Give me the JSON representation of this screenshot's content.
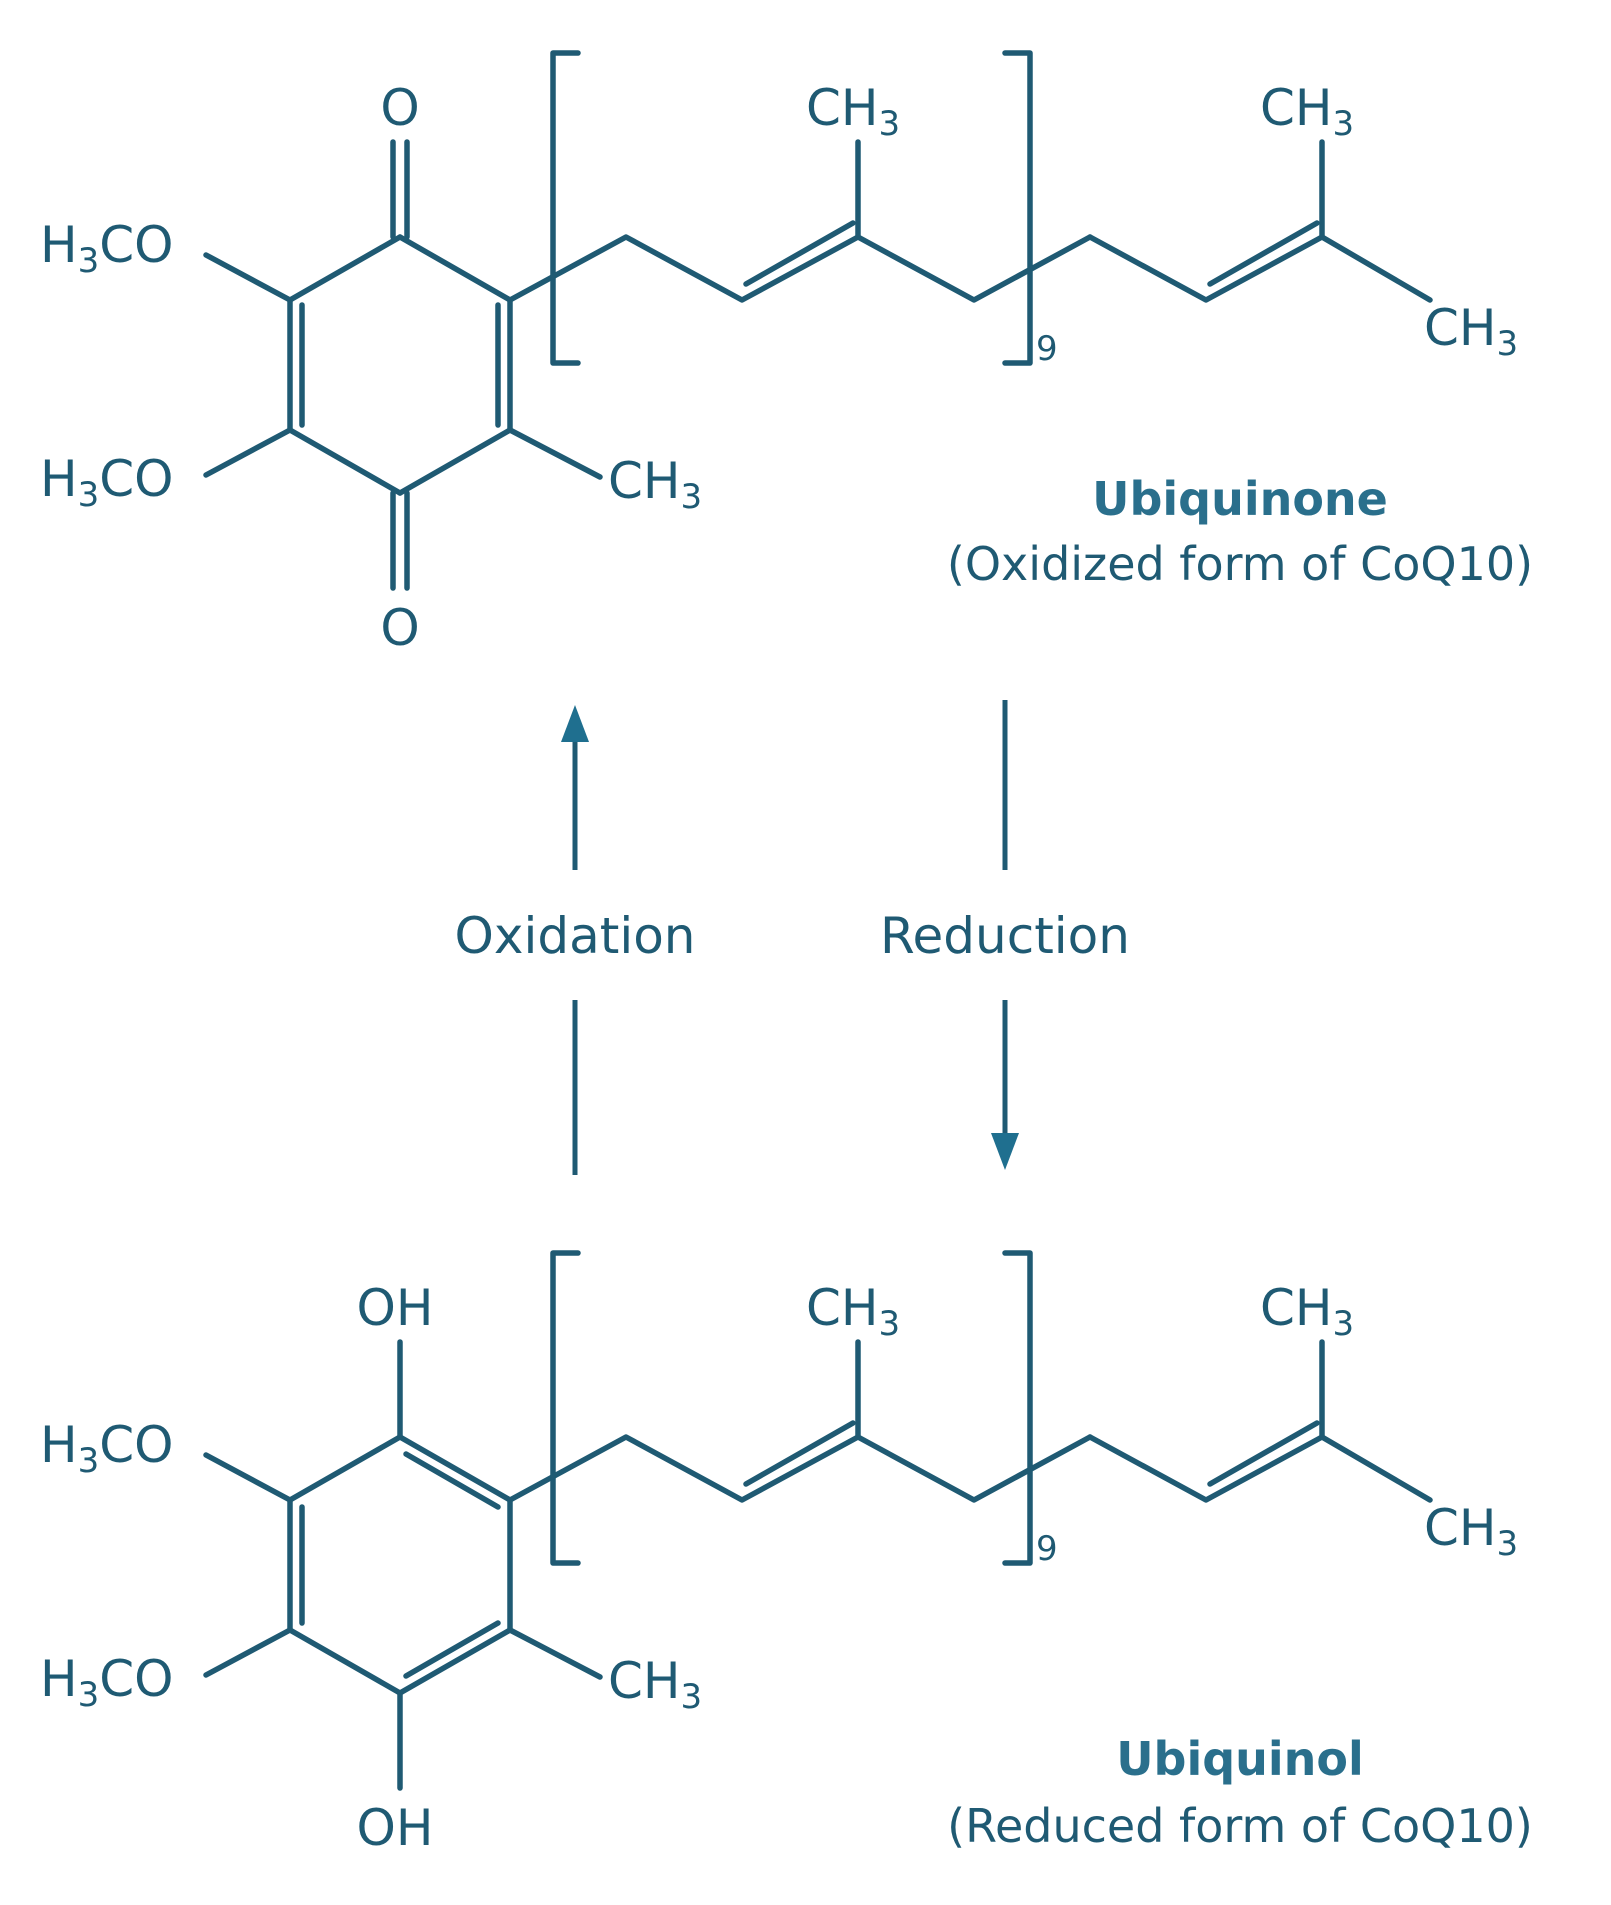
{
  "ubiquinone": {
    "name": "Ubiquinone",
    "description": "(Oxidized form of CoQ10)",
    "labels": {
      "o_top": "O",
      "o_bottom": "O",
      "h3co_upper": "H3CO",
      "h3co_lower": "H3CO",
      "ch3_ring": "CH3",
      "ch3_chain": "CH3",
      "ch3_end_top": "CH3",
      "ch3_end_right": "CH3",
      "repeat": "9"
    }
  },
  "ubiquinol": {
    "name": "Ubiquinol",
    "description": "(Reduced form of CoQ10)",
    "labels": {
      "oh_top": "OH",
      "oh_bottom": "OH",
      "h3co_upper": "H3CO",
      "h3co_lower": "H3CO",
      "ch3_ring": "CH3",
      "ch3_chain": "CH3",
      "ch3_end_top": "CH3",
      "ch3_end_right": "CH3",
      "repeat": "9"
    }
  },
  "reactions": {
    "oxidation": "Oxidation",
    "reduction": "Reduction"
  },
  "colors": {
    "structure": "#1f5a73",
    "title": "#2a6f8c"
  }
}
